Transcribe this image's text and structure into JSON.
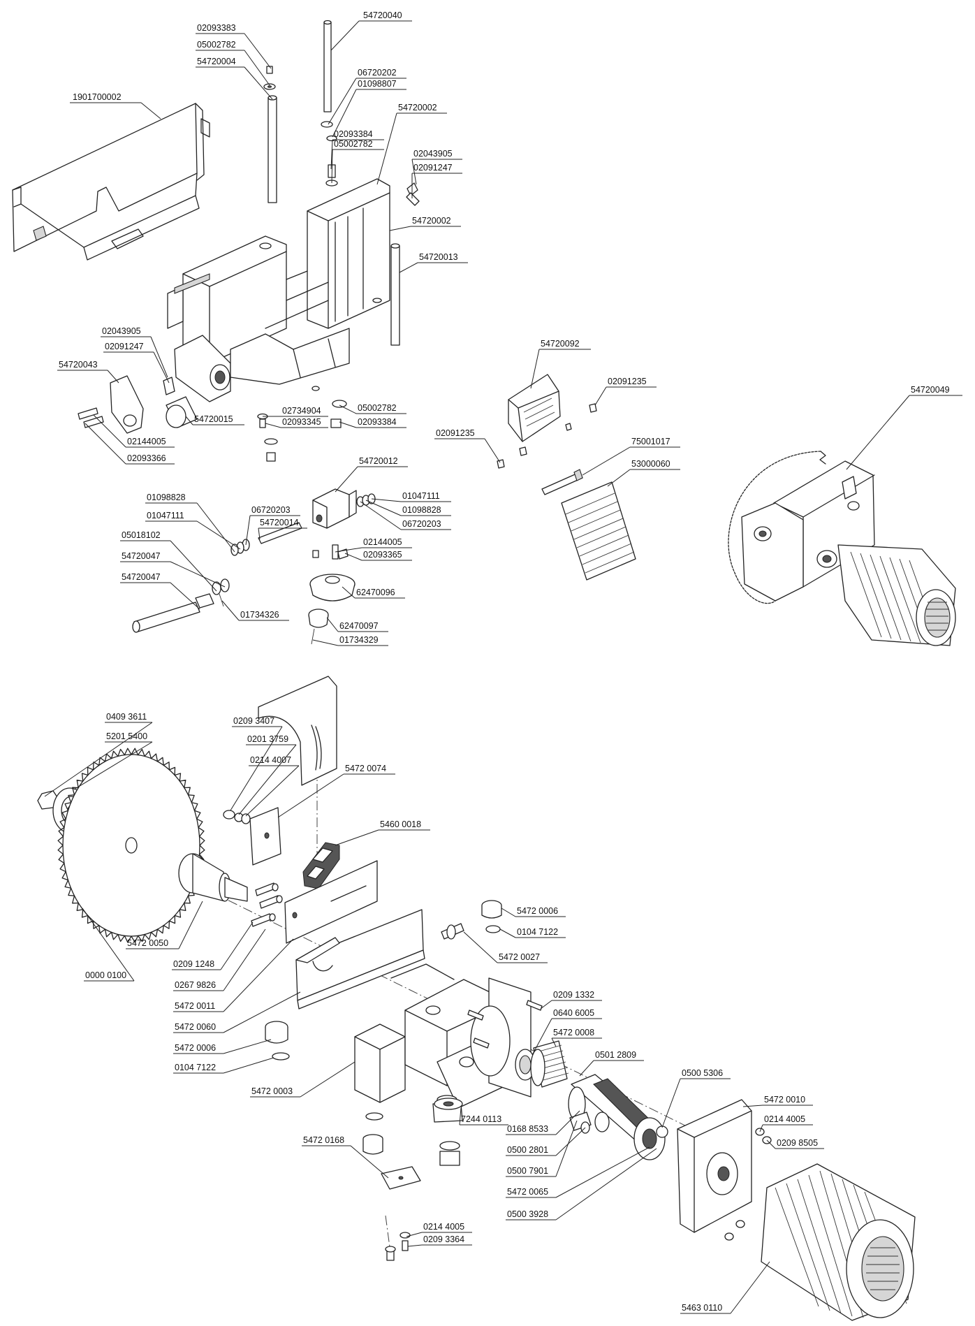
{
  "labels": {
    "a01": "54720040",
    "a02": "02093383",
    "a03": "05002782",
    "a04": "54720004",
    "a05": "06720202",
    "a06": "01098807",
    "a07": "1901700002",
    "a08": "54720002",
    "a09": "02093384",
    "a10": "05002782",
    "a11": "02043905",
    "a12": "02091247",
    "a13": "54720002",
    "a14": "54720013",
    "a15": "02043905",
    "a16": "02091247",
    "a17": "54720043",
    "a18": "54720015",
    "a19": "02734904",
    "a20": "02093345",
    "a21": "05002782",
    "a22": "02093384",
    "a23": "02144005",
    "a24": "02093366",
    "a25": "54720092",
    "a26": "02091235",
    "a27": "02091235",
    "a28": "75001017",
    "a29": "53000060",
    "a30": "54720049",
    "a31": "54720012",
    "a32": "01098828",
    "a33": "01047111",
    "a34": "06720203",
    "a35": "54720014",
    "a36": "05018102",
    "a37": "54720047",
    "a38": "54720047",
    "a39": "01734326",
    "a40": "01047111",
    "a41": "01098828",
    "a42": "06720203",
    "a43": "02144005",
    "a44": "02093365",
    "a45": "62470096",
    "a46": "62470097",
    "a47": "01734329",
    "b01": "0409 3611",
    "b02": "5201 5400",
    "b03": "0209 3407",
    "b04": "0201 3759",
    "b05": "0214 4007",
    "b06": "5472 0074",
    "b07": "5460 0018",
    "b08": "5472 0006",
    "b09": "0104 7122",
    "b10": "5472 0027",
    "b11": "5472 0050",
    "b12": "0209 1248",
    "b13": "0000 0100",
    "b14": "0267 9826",
    "b15": "5472 0011",
    "b16": "5472 0060",
    "b17": "5472 0006",
    "b18": "0104 7122",
    "b19": "5472 0003",
    "b20": "0209 1332",
    "b21": "0640 6005",
    "b22": "5472 0008",
    "b23": "0501 2809",
    "b24": "0500 5306",
    "b25": "5472 0010",
    "b26": "0214 4005",
    "b27": "0209 8505",
    "b28": "7244 0113",
    "b29": "0168 8533",
    "b30": "0500 2801",
    "b31": "0500 7901",
    "b32": "5472 0065",
    "b33": "0500 3928",
    "b34": "5472 0168",
    "b35": "0214 4005",
    "b36": "0209 3364",
    "b37": "5463 0110"
  }
}
